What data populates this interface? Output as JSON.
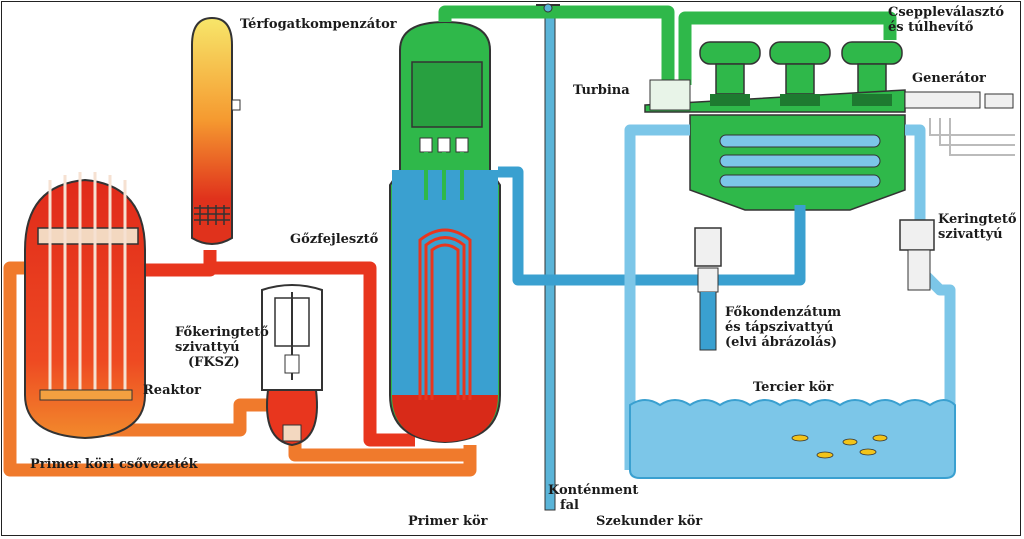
{
  "labels": {
    "terfogatkompenzator": "Térfogatkompenzátor",
    "cseppleválasztó_1": "Cseppleválasztó",
    "cseppleválasztó_2": "és túlhevítő",
    "turbina": "Turbina",
    "generator": "Generátor",
    "gozfejleszto": "Gőzfejlesztő",
    "keringteto_1": "Keringtető",
    "keringteto_2": "szivattyú",
    "fokeringteto_1": "Főkeringtető",
    "fokeringteto_2": "szivattyú",
    "fokeringteto_3": "(FKSZ)",
    "fokondenzatum_1": "Főkondenzátum",
    "fokondenzatum_2": "és tápszivattyú",
    "fokondenzatum_3": "(elvi ábrázolás)",
    "reaktor": "Reaktor",
    "tercier_kor": "Tercier kör",
    "primer_kori_csovezetek": "Primer köri csővezeték",
    "kontenment_1": "Kontén­ment",
    "kontenment_2": "fal",
    "primer_kor": "Primer kör",
    "szekunder_kor": "Szekunder kör"
  },
  "colors": {
    "primary_hot": "#e8361e",
    "primary_warm": "#f06a2a",
    "secondary_steam": "#2fb84a",
    "secondary_water": "#3aa0d0",
    "tertiary_water": "#7cc6e8",
    "containment_wall": "#5ab4d8"
  }
}
